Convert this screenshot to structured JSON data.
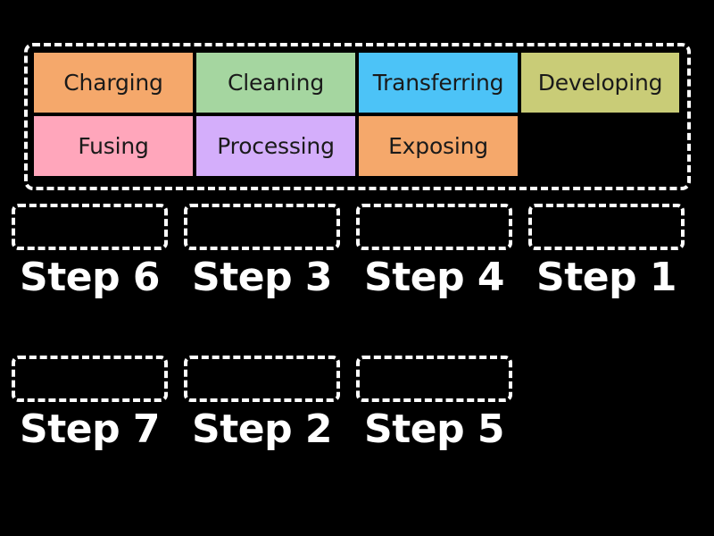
{
  "activity": {
    "type": "rank-order-drag-and-drop",
    "background_color": "#000000"
  },
  "word_bank": {
    "border_color": "#ffffff",
    "rows": [
      [
        {
          "label": "Charging",
          "color": "#f5a86b"
        },
        {
          "label": "Cleaning",
          "color": "#a5d6a0"
        },
        {
          "label": "Transferring",
          "color": "#4cc3f7"
        },
        {
          "label": "Developing",
          "color": "#c9cc77"
        }
      ],
      [
        {
          "label": "Fusing",
          "color": "#ffa6bb"
        },
        {
          "label": "Processing",
          "color": "#d4aefb"
        },
        {
          "label": "Exposing",
          "color": "#f5a86b"
        }
      ]
    ]
  },
  "slots": {
    "rows": [
      [
        {
          "label": "Step 6",
          "value": ""
        },
        {
          "label": "Step 3",
          "value": ""
        },
        {
          "label": "Step 4",
          "value": ""
        },
        {
          "label": "Step 1",
          "value": ""
        }
      ],
      [
        {
          "label": "Step 7",
          "value": ""
        },
        {
          "label": "Step 2",
          "value": ""
        },
        {
          "label": "Step 5",
          "value": ""
        }
      ]
    ]
  }
}
